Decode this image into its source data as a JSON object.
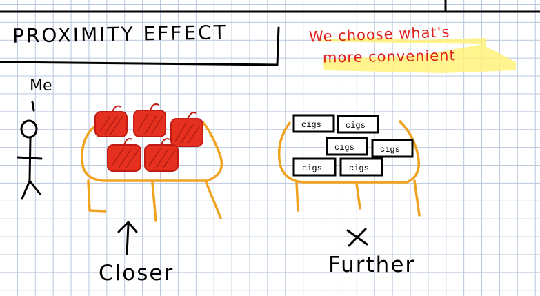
{
  "title": "PROXIMITY EFFECT",
  "note": {
    "line1": "We choose what's",
    "line2": "more convenient",
    "color": "#e0201e",
    "highlight_color": "#fff27a"
  },
  "labels": {
    "me": "Me",
    "closer": "Closer",
    "further": "Further"
  },
  "cig_box_label": "cigs",
  "colors": {
    "table": "#f0a320",
    "apples": "#e5301f",
    "ink": "#000000"
  }
}
